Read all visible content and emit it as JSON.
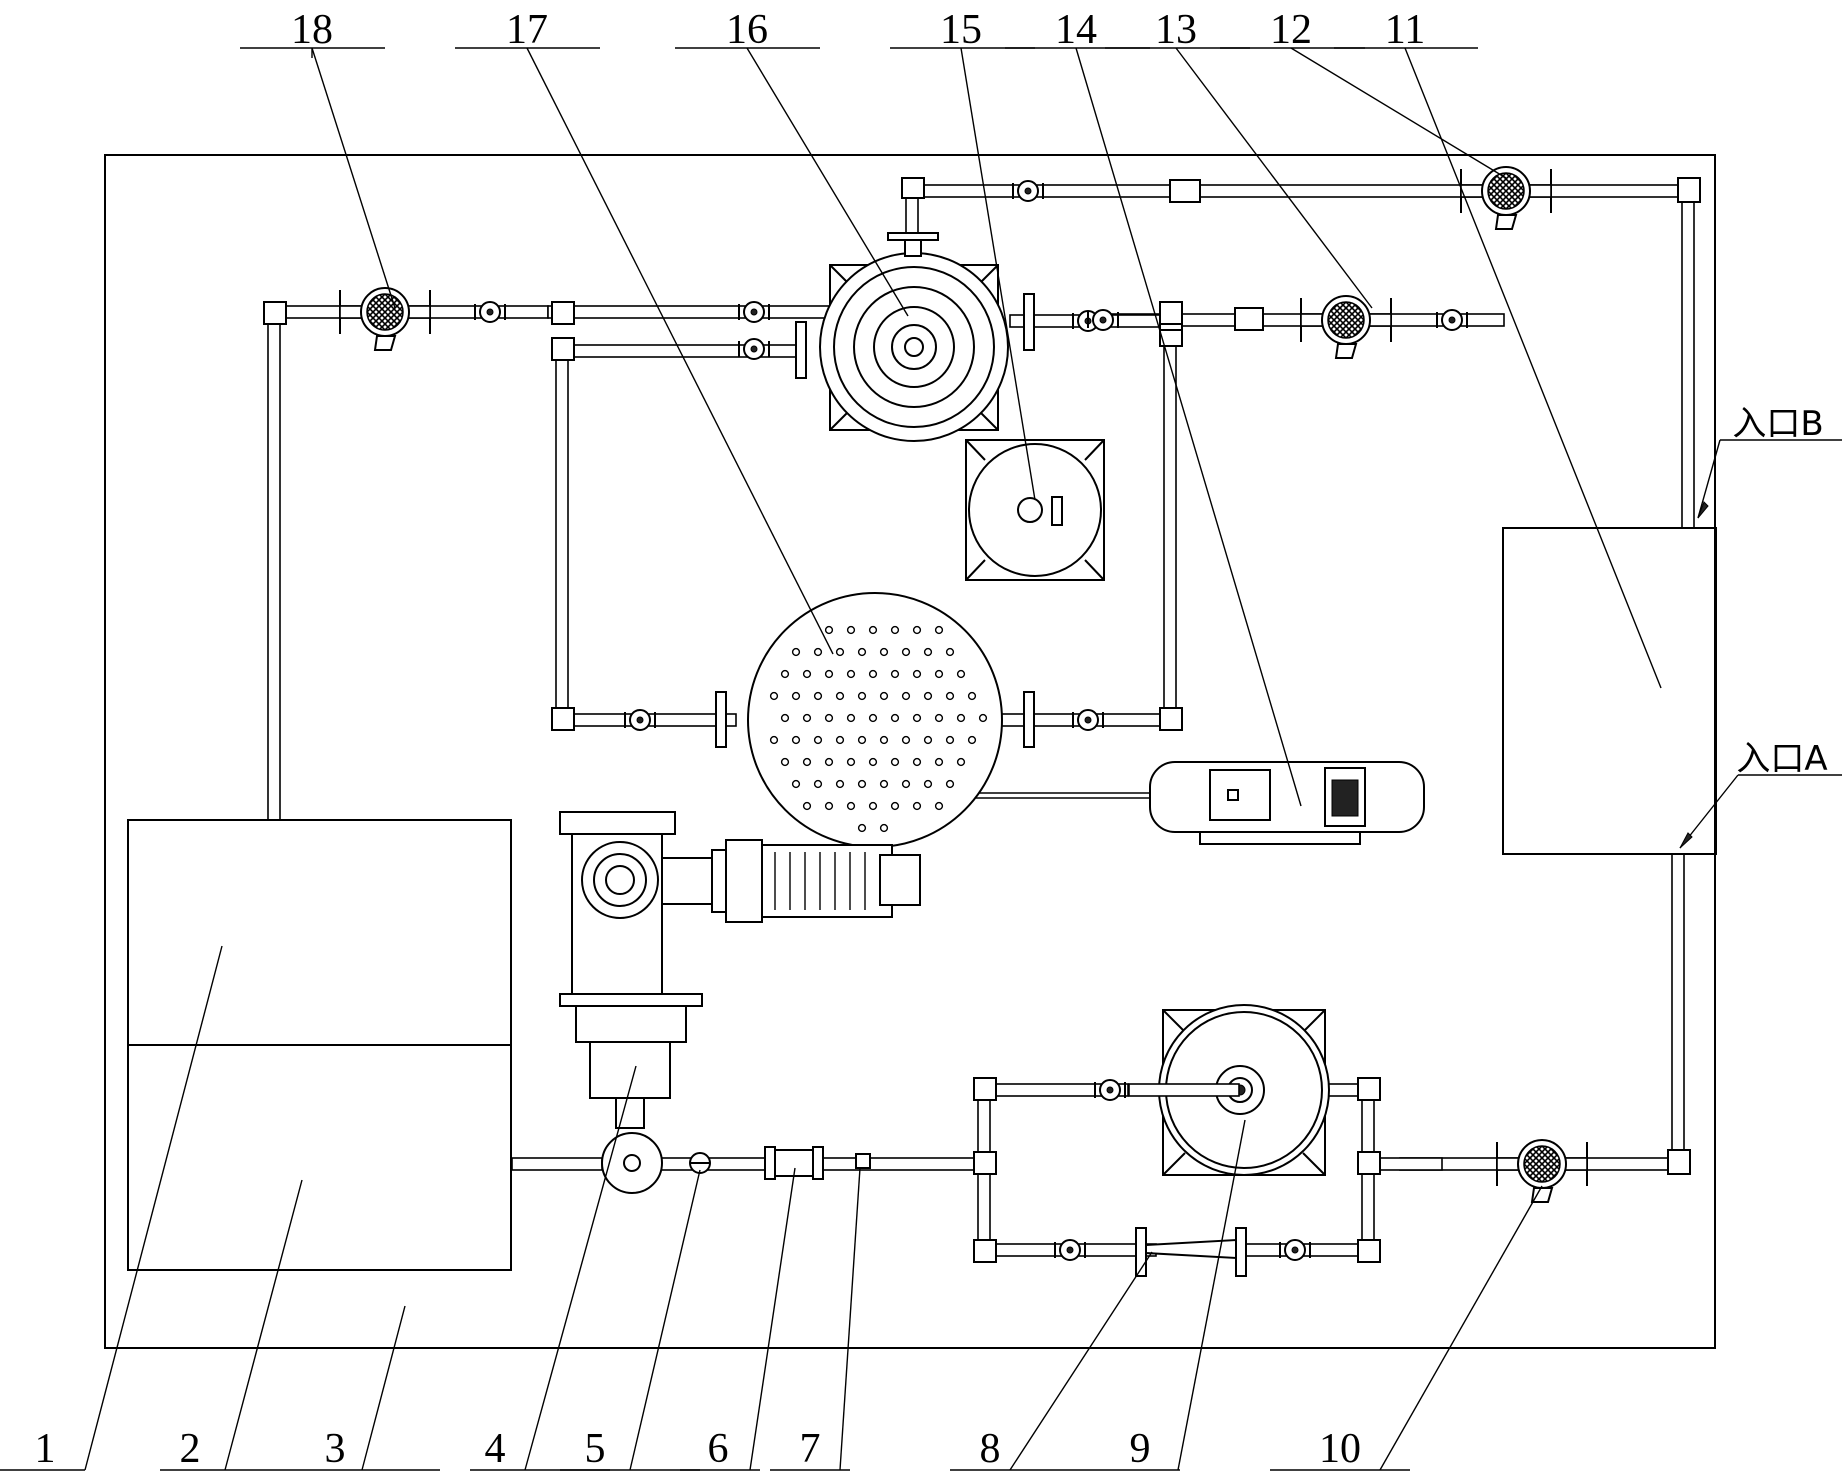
{
  "labels": [
    "1",
    "2",
    "3",
    "4",
    "5",
    "6",
    "7",
    "8",
    "9",
    "10",
    "11",
    "12",
    "13",
    "14",
    "15",
    "16",
    "17",
    "18"
  ],
  "inlets": {
    "b": "入口B",
    "a": "入口A"
  }
}
